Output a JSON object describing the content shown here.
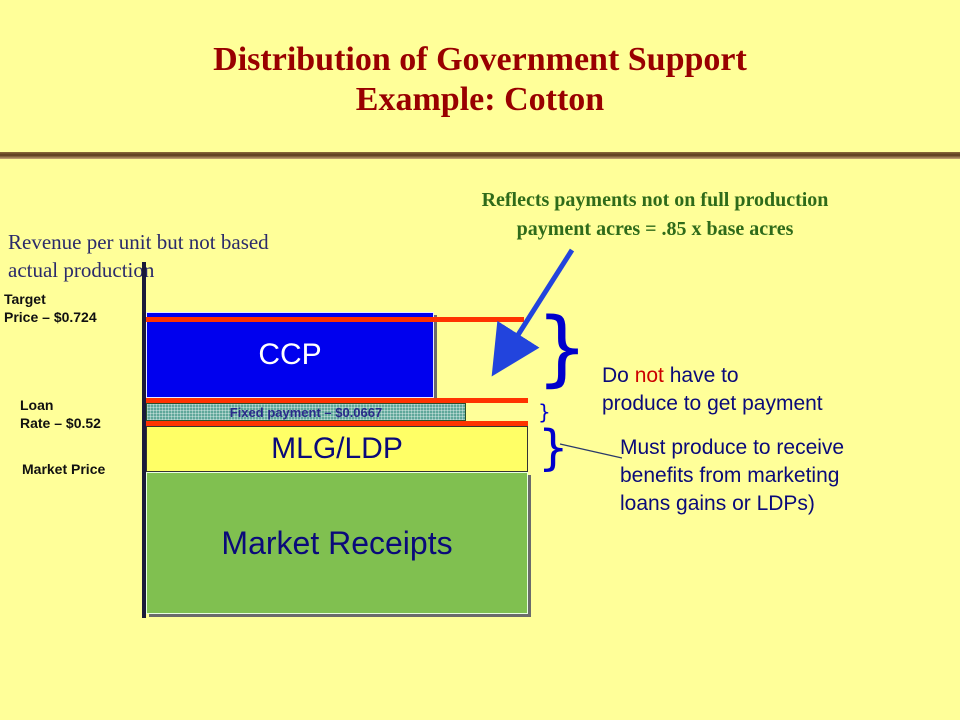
{
  "header": {
    "title_line1": "Distribution of Government Support",
    "title_line2": "Example: Cotton"
  },
  "notes": {
    "revenue_line1": "Revenue per  unit but not based",
    "revenue_line2": "actual production",
    "reflects_line1": "Reflects payments not on full production",
    "reflects_line2": "payment acres = .85 x base acres"
  },
  "axis_labels": {
    "target_line1": "Target",
    "target_line2": "Price – $0.724",
    "loan_line1": "Loan",
    "loan_line2": "Rate – $0.52",
    "market_price": "Market Price"
  },
  "blocks": {
    "ccp": "CCP",
    "fixed_payment": "Fixed payment – $0.0667",
    "mlg_ldp": "MLG/LDP",
    "market_receipts": "Market Receipts"
  },
  "right_notes": {
    "do_prefix": "Do ",
    "do_not": "not",
    "do_suffix": " have to",
    "do_line2": "produce to get payment",
    "must_line1": "Must produce to receive",
    "must_line2": "benefits from marketing",
    "must_line3": "loans gains or LDPs)"
  },
  "colors": {
    "background": "#FFFF99",
    "title": "#990000",
    "ccp": "#0000EE",
    "mlg": "#FFFF66",
    "market": "#80C050",
    "red_lines": "#FF3300",
    "arrow": "#2244DD"
  },
  "icons": {
    "arrow": "diagonal-arrow-icon",
    "brace": "right-curly-brace-icon"
  }
}
